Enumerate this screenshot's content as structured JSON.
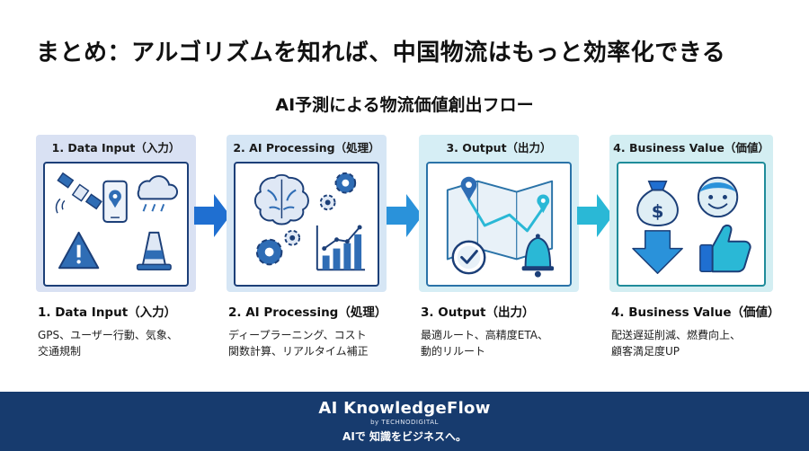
{
  "page": {
    "title": "まとめ：アルゴリズムを知れば、中国物流はもっと効率化できる"
  },
  "flow": {
    "title": "AI予測による物流価値創出フロー",
    "stages": [
      {
        "header": "1. Data Input（入力）",
        "title": "1. Data Input（入力）",
        "description_lines": [
          "GPS、ユーザー行動、気象、",
          "交通規制"
        ],
        "icons": [
          "satellite-icon",
          "smartphone-map-pin-icon",
          "rain-cloud-icon",
          "warning-sign-icon",
          "traffic-cone-icon"
        ]
      },
      {
        "header": "2. AI Processing（処理）",
        "title": "2. AI Processing（処理）",
        "description_lines": [
          "ディープラーニング、コスト",
          "関数計算、リアルタイム補正"
        ],
        "icons": [
          "brain-icon",
          "gears-icon",
          "gears-icon",
          "growth-chart-icon"
        ]
      },
      {
        "header": "3. Output（出力）",
        "title": "3. Output（出力）",
        "description_lines": [
          "最適ルート、高精度ETA、",
          "動的リルート"
        ],
        "icons": [
          "route-map-icon",
          "clock-check-icon",
          "bell-icon"
        ]
      },
      {
        "header": "4. Business Value（価値）",
        "title": "4. Business Value（価値）",
        "description_lines": [
          "配送遅延削減、燃費向上、",
          "顧客満足度UP"
        ],
        "icons": [
          "money-bag-icon",
          "down-arrow-icon",
          "smiley-face-icon",
          "thumbs-up-icon"
        ]
      }
    ]
  },
  "footer": {
    "brand": "AI KnowledgeFlow",
    "by_line": "by TECHNODIGITAL",
    "tagline": "AIで 知識をビジネスへ。"
  },
  "colors": {
    "navy": "#1c3f78",
    "footer_bg": "#173b6e",
    "arrow_blue": "#1f6fd1",
    "arrow_cyan": "#2ab8d6",
    "teal": "#1f8c9a"
  }
}
